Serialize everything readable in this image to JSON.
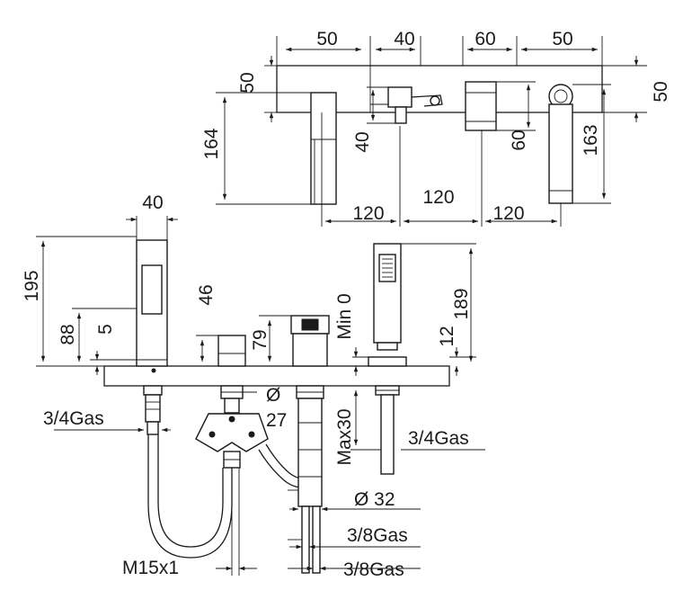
{
  "top_view": {
    "widths": [
      "50",
      "40",
      "60",
      "50"
    ],
    "left_height": "50",
    "right_height": "50",
    "spout_height": "164",
    "diverter_height": "40",
    "handle_height": "60",
    "shower_height": "163",
    "spacings": [
      "120",
      "120",
      "120"
    ]
  },
  "side_view": {
    "spout_width": "40",
    "spout_total_height": "195",
    "spout_base_height": "88",
    "spout_offset": "5",
    "diverter_height": "46",
    "mixer_height": "79",
    "deck_min": "Min 0",
    "shower_height": "189",
    "shower_offset": "12",
    "inlet_thread_left": "3/4Gas",
    "diverter_diameter": "Ø\n27",
    "deck_max": "Max30",
    "inlet_thread_right": "3/4Gas",
    "mixer_diameter": "Ø 32",
    "supply_thread_upper": "3/8Gas",
    "supply_thread_lower": "3/8Gas",
    "hose_thread": "M15x1"
  }
}
